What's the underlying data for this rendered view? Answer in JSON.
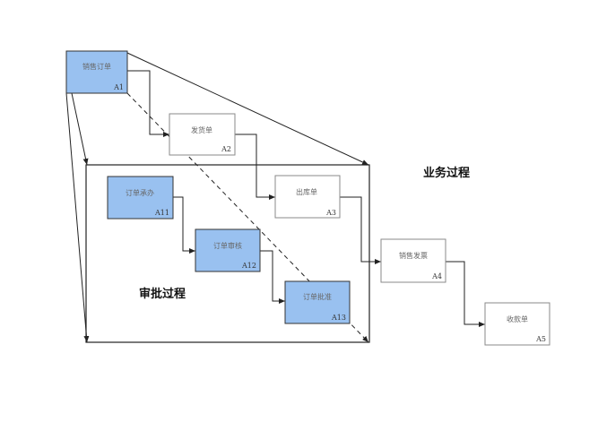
{
  "labels": {
    "business_process": "业务过程",
    "approval_process": "审批过程"
  },
  "nodes": [
    {
      "id": "A1",
      "label": "销售订单",
      "code": "A1",
      "style": "blue"
    },
    {
      "id": "A2",
      "label": "发货单",
      "code": "A2",
      "style": "white"
    },
    {
      "id": "A3",
      "label": "出库单",
      "code": "A3",
      "style": "white"
    },
    {
      "id": "A4",
      "label": "销售发票",
      "code": "A4",
      "style": "white"
    },
    {
      "id": "A5",
      "label": "收款单",
      "code": "A5",
      "style": "white"
    },
    {
      "id": "A11",
      "label": "订单承办",
      "code": "A11",
      "style": "blue"
    },
    {
      "id": "A12",
      "label": "订单审核",
      "code": "A12",
      "style": "blue"
    },
    {
      "id": "A13",
      "label": "订单批准",
      "code": "A13",
      "style": "blue"
    }
  ],
  "edges": [
    {
      "from": "A1",
      "to": "A2"
    },
    {
      "from": "A2",
      "to": "A3"
    },
    {
      "from": "A3",
      "to": "A4"
    },
    {
      "from": "A4",
      "to": "A5"
    },
    {
      "from": "A11",
      "to": "A12"
    },
    {
      "from": "A12",
      "to": "A13"
    }
  ],
  "colors": {
    "blue_fill": "#99c1f0",
    "line": "#222222"
  }
}
